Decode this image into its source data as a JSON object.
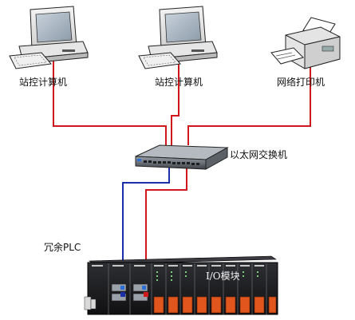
{
  "nodes": {
    "pc1": {
      "label": "站控计算机",
      "icon": "desktop-computer-icon"
    },
    "pc2": {
      "label": "站控计算机",
      "icon": "desktop-computer-icon"
    },
    "printer": {
      "label": "网络打印机",
      "icon": "network-printer-icon"
    },
    "switch": {
      "label": "以太网交换机",
      "icon": "ethernet-switch-icon"
    },
    "plc": {
      "label": "冗余PLC",
      "icon": "redundant-plc-icon"
    },
    "io": {
      "label": "I/O模块"
    }
  },
  "colors": {
    "ethernet_red": "#d0191c",
    "ethernet_blue": "#1a2fa8",
    "plc_body": "#17171a",
    "io_terminal": "#e0561c"
  }
}
